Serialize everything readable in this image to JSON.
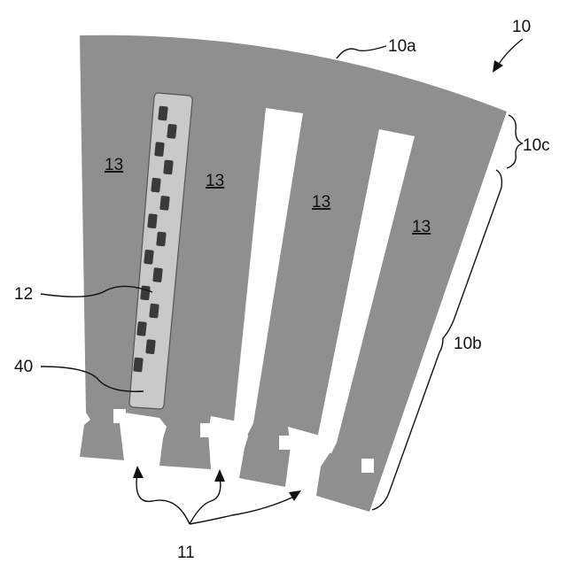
{
  "labels": {
    "figure_ref": "10",
    "outer_arc": "10a",
    "side_edge": "10b",
    "corner": "10c",
    "slots": "11",
    "conductors": "12",
    "teeth": [
      "13",
      "13",
      "13",
      "13"
    ],
    "slot_liner": "40"
  },
  "colors": {
    "core": "#8f8f8f",
    "slot_fill": "#c9c9c9",
    "conductor": "#3a3a3a",
    "background": "#ffffff"
  },
  "conductor_count": 15
}
